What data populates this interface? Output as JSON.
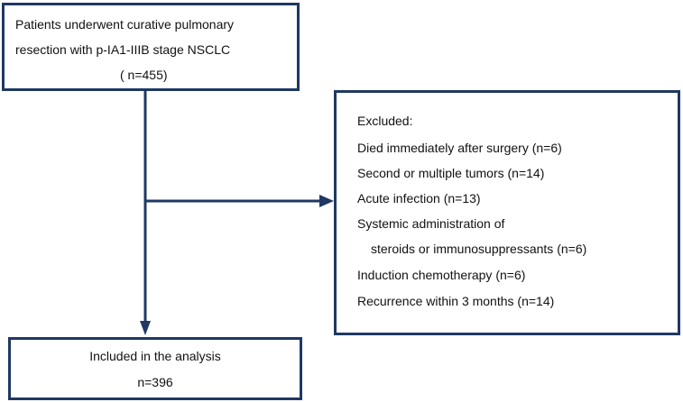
{
  "flowchart": {
    "top_box": {
      "lines": [
        "Patients underwent curative pulmonary",
        "resection with p-IA1-IIIB  stage NSCLC",
        "( n=455)"
      ]
    },
    "excluded_box": {
      "heading": "Excluded:",
      "lines": [
        "Died immediately after surgery (n=6)",
        "Second or multiple tumors (n=14)",
        "Acute infection (n=13)",
        "Systemic administration of",
        "steroids or immunosuppressants (n=6)",
        "Induction chemotherapy (n=6)",
        "Recurrence within 3 months (n=14)"
      ]
    },
    "included_box": {
      "lines": [
        "Included in the analysis",
        "n=396"
      ]
    },
    "colors": {
      "border": "#1f3864",
      "arrow": "#1f3864",
      "text": "#111111"
    }
  }
}
